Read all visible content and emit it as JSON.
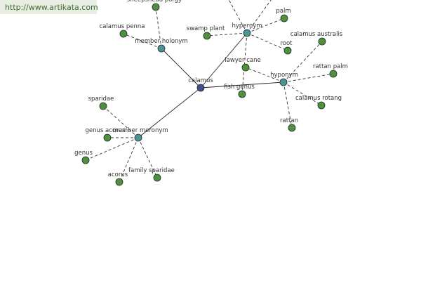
{
  "watermark": {
    "url": "http://www.artikata.com"
  },
  "colors": {
    "leaf": "#4f8f3f",
    "relation": "#4d9499",
    "center": "#3f4f8f",
    "node_stroke": "#1e2e1e",
    "solid_edge": "#222222",
    "dashed_edge": "#333333"
  },
  "nodes": [
    {
      "id": "calamus",
      "label": "calamus",
      "kind": "center"
    },
    {
      "id": "member-holonym",
      "label": "member holonym",
      "kind": "relation"
    },
    {
      "id": "hypernym",
      "label": "hypernym",
      "kind": "relation"
    },
    {
      "id": "hyponym",
      "label": "hyponym",
      "kind": "relation"
    },
    {
      "id": "member-meronym",
      "label": "member meronym",
      "kind": "relation"
    },
    {
      "id": "sheepshead-porgy",
      "label": "sheepshead porgy",
      "kind": "leaf"
    },
    {
      "id": "calamus-penna",
      "label": "calamus penna",
      "kind": "leaf"
    },
    {
      "id": "swamp-plant",
      "label": "swamp plant",
      "kind": "leaf"
    },
    {
      "id": "palm",
      "label": "palm",
      "kind": "leaf"
    },
    {
      "id": "root",
      "label": "root",
      "kind": "leaf"
    },
    {
      "id": "lawyer-cane",
      "label": "lawyer cane",
      "kind": "leaf"
    },
    {
      "id": "fish-genus",
      "label": "fish genus",
      "kind": "leaf"
    },
    {
      "id": "calamus-australis",
      "label": "calamus australis",
      "kind": "leaf"
    },
    {
      "id": "rattan-palm",
      "label": "rattan palm",
      "kind": "leaf"
    },
    {
      "id": "calamus-rotang",
      "label": "calamus rotang",
      "kind": "leaf"
    },
    {
      "id": "rattan",
      "label": "rattan",
      "kind": "leaf"
    },
    {
      "id": "sparidae",
      "label": "sparidae",
      "kind": "leaf"
    },
    {
      "id": "genus-acorus",
      "label": "genus acorus",
      "kind": "leaf"
    },
    {
      "id": "genus",
      "label": "genus",
      "kind": "leaf"
    },
    {
      "id": "acorus",
      "label": "acorus",
      "kind": "leaf"
    },
    {
      "id": "family-sparidae",
      "label": "family sparidae",
      "kind": "leaf"
    }
  ],
  "edges": [
    {
      "from": "calamus",
      "to": "member-holonym",
      "style": "solid"
    },
    {
      "from": "calamus",
      "to": "hypernym",
      "style": "solid"
    },
    {
      "from": "calamus",
      "to": "hyponym",
      "style": "solid"
    },
    {
      "from": "calamus",
      "to": "member-meronym",
      "style": "solid"
    },
    {
      "from": "member-holonym",
      "to": "sheepshead-porgy",
      "style": "dashed"
    },
    {
      "from": "member-holonym",
      "to": "calamus-penna",
      "style": "dashed"
    },
    {
      "from": "hypernym",
      "to": "swamp-plant",
      "style": "dashed"
    },
    {
      "from": "hypernym",
      "to": "palm",
      "style": "dashed"
    },
    {
      "from": "hypernym",
      "to": "root",
      "style": "dashed"
    },
    {
      "from": "hypernym",
      "to": "fish-genus",
      "style": "dashed"
    },
    {
      "from": "hypernym",
      "to": "offscreen-a",
      "style": "dashed"
    },
    {
      "from": "hypernym",
      "to": "offscreen-b",
      "style": "dashed"
    },
    {
      "from": "hyponym",
      "to": "lawyer-cane",
      "style": "dashed"
    },
    {
      "from": "hyponym",
      "to": "calamus-australis",
      "style": "dashed"
    },
    {
      "from": "hyponym",
      "to": "rattan-palm",
      "style": "dashed"
    },
    {
      "from": "hyponym",
      "to": "calamus-rotang",
      "style": "dashed"
    },
    {
      "from": "hyponym",
      "to": "rattan",
      "style": "dashed"
    },
    {
      "from": "member-meronym",
      "to": "sparidae",
      "style": "dashed"
    },
    {
      "from": "member-meronym",
      "to": "genus-acorus",
      "style": "dashed"
    },
    {
      "from": "member-meronym",
      "to": "genus",
      "style": "dashed"
    },
    {
      "from": "member-meronym",
      "to": "acorus",
      "style": "dashed"
    },
    {
      "from": "member-meronym",
      "to": "family-sparidae",
      "style": "dashed"
    }
  ]
}
